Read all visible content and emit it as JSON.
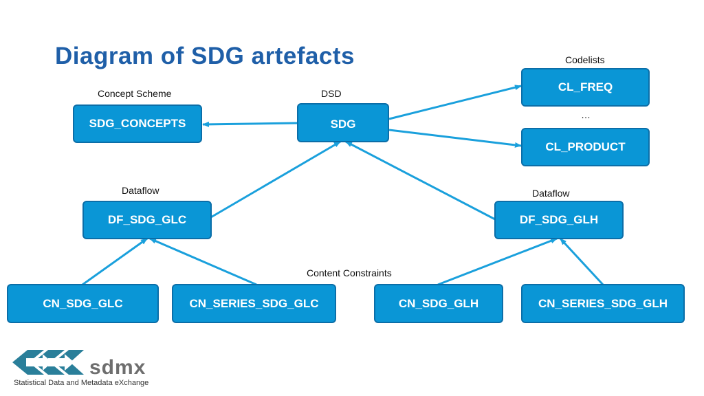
{
  "title": "Diagram of SDG artefacts",
  "labels": {
    "codelists": "Codelists",
    "concept_scheme": "Concept Scheme",
    "dsd": "DSD",
    "dataflow_left": "Dataflow",
    "dataflow_right": "Dataflow",
    "content_constraints": "Content Constraints",
    "ellipsis": "…"
  },
  "nodes": {
    "cl_freq": "CL_FREQ",
    "cl_product": "CL_PRODUCT",
    "sdg_concepts": "SDG_CONCEPTS",
    "sdg": "SDG",
    "df_sdg_glc": "DF_SDG_GLC",
    "df_sdg_glh": "DF_SDG_GLH",
    "cn_sdg_glc": "CN_SDG_GLC",
    "cn_series_sdg_glc": "CN_SERIES_SDG_GLC",
    "cn_sdg_glh": "CN_SDG_GLH",
    "cn_series_sdg_glh": "CN_SERIES_SDG_GLH"
  },
  "logo": {
    "wordmark": "sdmx",
    "tagline": "Statistical Data and Metadata eXchange"
  },
  "colors": {
    "box_fill": "#0a96d6",
    "box_border": "#0b6ea8",
    "arrow": "#1aa0dc",
    "title": "#1f5fa8"
  }
}
